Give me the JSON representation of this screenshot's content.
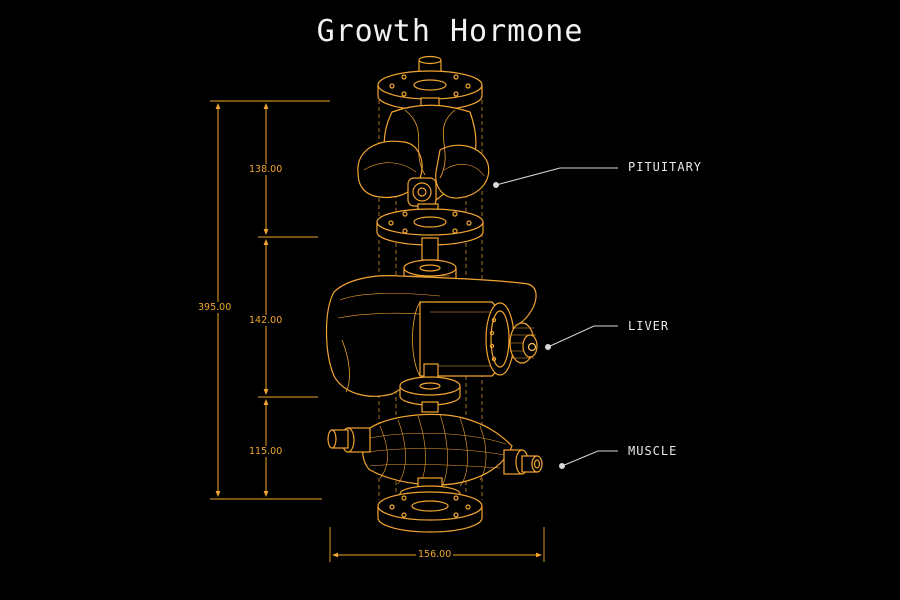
{
  "title": "Growth Hormone",
  "colors": {
    "background": "#000000",
    "line": "#f2a531",
    "accent": "#ffb43a",
    "callout": "#d9d9d9"
  },
  "callouts": [
    {
      "id": "pituitary",
      "label": "PITUITARY"
    },
    {
      "id": "liver",
      "label": "LIVER"
    },
    {
      "id": "muscle",
      "label": "MUSCLE"
    }
  ],
  "dimensions": {
    "total_height": "395.00",
    "pituitary_height": "138.00",
    "liver_height": "142.00",
    "muscle_height": "115.00",
    "width": "156.00"
  }
}
